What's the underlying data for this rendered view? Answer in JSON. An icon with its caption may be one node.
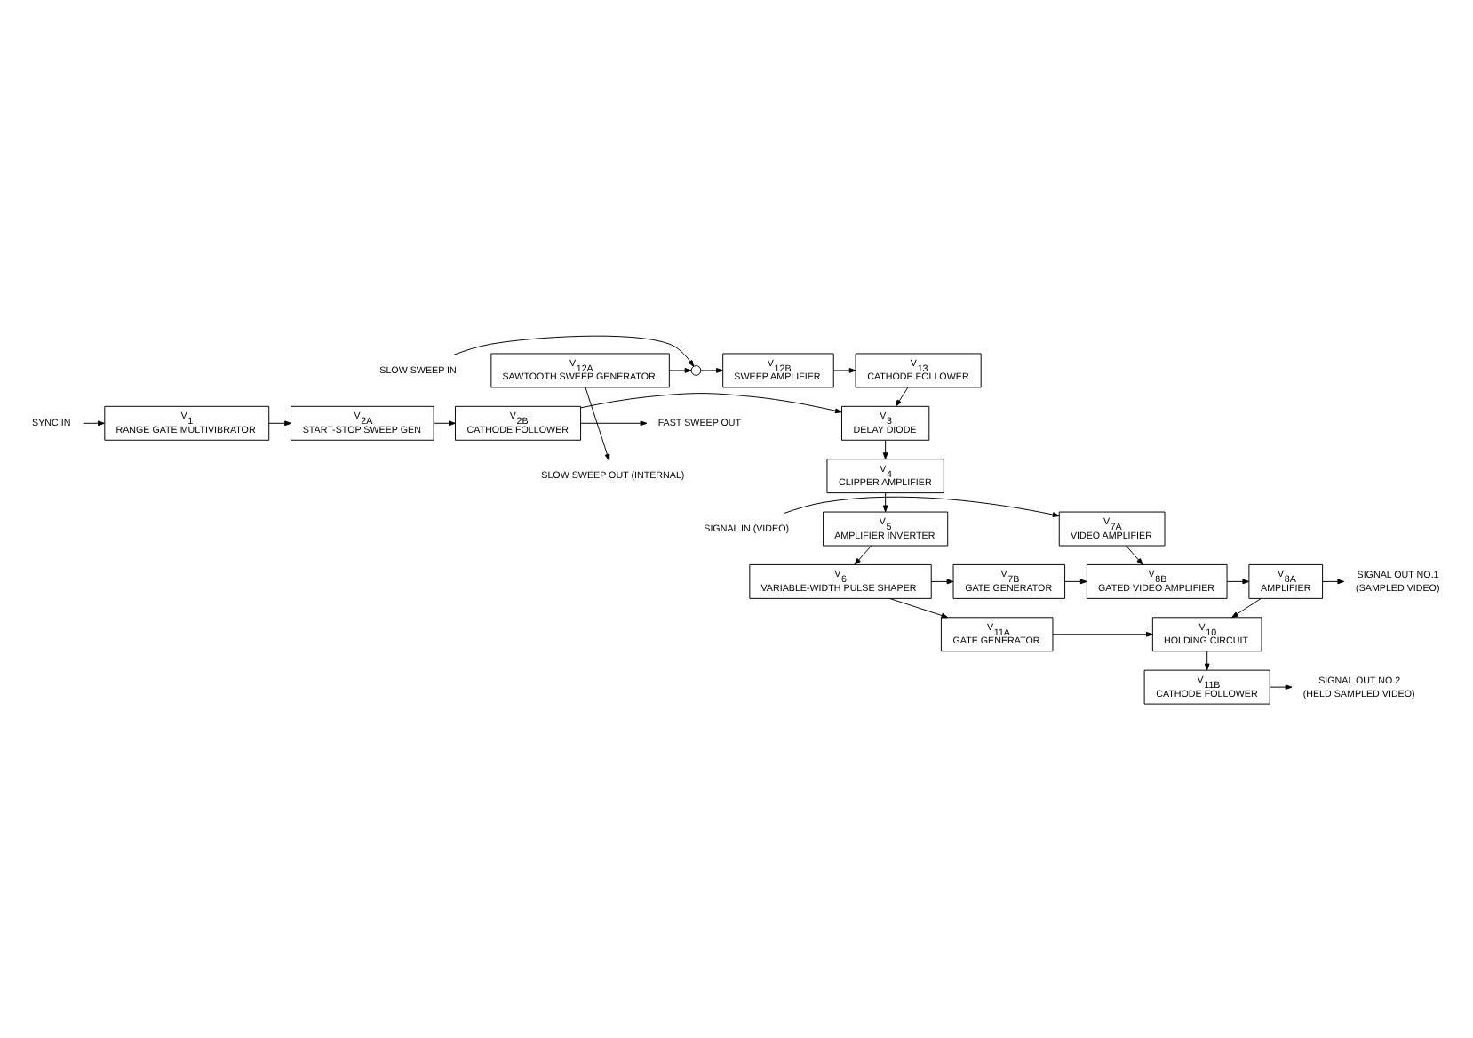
{
  "diagram": {
    "nodes": [
      {
        "text": [
          "SYNC IN"
        ]
      },
      {
        "text": [
          "V$_{1}$",
          "RANGE GATE MULTIVIBRATOR"
        ]
      },
      {
        "text": [
          "V$_{2A}$",
          "START-STOP SWEEP GEN"
        ]
      },
      {
        "text": [
          "V$_{2B}$",
          "CATHODE FOLLOWER"
        ]
      },
      {
        "text": [
          "FAST SWEEP OUT"
        ]
      },
      {
        "text": [
          "V$_{3}$",
          "DELAY DIODE"
        ]
      },
      {
        "text": [
          "SLOW SWEEP IN"
        ]
      },
      {
        "text": [
          "V$_{12A}$",
          "SAWTOOTH SWEEP GENERATOR"
        ]
      },
      {
        "text": [],
        "shape": "switch"
      },
      {
        "text": [
          "V$_{12B}$",
          "SWEEP AMPLIFIER"
        ]
      },
      {
        "text": [
          "V$_{13}$",
          "CATHODE FOLLOWER"
        ]
      },
      {
        "text": [
          "SLOW SWEEP OUT (INTERNAL)"
        ]
      },
      {
        "text": [
          "V$_{4}$",
          "CLIPPER AMPLIFIER"
        ]
      },
      {
        "text": [
          "V$_{5}$",
          "AMPLIFIER INVERTER"
        ]
      },
      {
        "text": [
          "SIGNAL OUT NO.1",
          "(SAMPLED VIDEO)"
        ]
      },
      {
        "text": [
          "V$_{8A}$",
          "AMPLIFIER"
        ]
      },
      {
        "text": [
          "V$_{8B}$",
          "GATED VIDEO AMPLIFIER"
        ]
      },
      {
        "text": [
          "V$_{7B}$",
          "GATE GENERATOR"
        ]
      },
      {
        "text": [
          "V$_{6}$",
          "VARIABLE-WIDTH PULSE SHAPER"
        ]
      },
      {
        "text": [
          "V$_{7A}$",
          "VIDEO AMPLIFIER"
        ]
      },
      {
        "text": [
          "SIGNAL IN (VIDEO)"
        ]
      },
      {
        "text": [
          "V$_{10}$",
          "HOLDING CIRCUIT"
        ]
      },
      {
        "text": [
          "V$_{11A}$",
          "GATE GENERATOR"
        ]
      },
      {
        "text": [
          "SIGNAL OUT NO.2",
          "(HELD SAMPLED VIDEO)"
        ]
      },
      {
        "text": [
          "V$_{11B}$",
          "CATHODE FOLLOWER"
        ]
      }
    ],
    "edges": [
      {
        "from": 0,
        "to": 1,
        "arrow": "to"
      },
      {
        "from": 1,
        "to": 2,
        "arrow": "to"
      },
      {
        "from": 2,
        "to": 3,
        "arrow": "to"
      },
      {
        "from": 3,
        "to": 5,
        "arrow": "to"
      },
      {
        "from": 3,
        "to": 4,
        "arrow": "to"
      },
      {
        "from": 10,
        "to": 5,
        "arrow": "to"
      },
      {
        "from": 7,
        "to": 8,
        "arrow": "to"
      },
      {
        "from": 6,
        "to": 8,
        "arrow": "to"
      },
      {
        "from": 8,
        "to": 9,
        "arrow": "to"
      },
      {
        "from": 7,
        "to": 11,
        "arrow": "to"
      },
      {
        "from": 9,
        "to": 10,
        "arrow": "to"
      },
      {
        "from": 5,
        "to": 12,
        "arrow": "to"
      },
      {
        "from": 12,
        "to": 13,
        "arrow": "to"
      },
      {
        "from": 13,
        "to": 18,
        "arrow": "to"
      },
      {
        "from": 18,
        "to": 17,
        "arrow": "to"
      },
      {
        "from": 18,
        "to": 22,
        "arrow": "to"
      },
      {
        "from": 17,
        "to": 16,
        "arrow": "to"
      },
      {
        "from": 19,
        "to": 16,
        "arrow": "to"
      },
      {
        "from": 20,
        "to": 19,
        "arrow": "to"
      },
      {
        "from": 16,
        "to": 15,
        "arrow": "to"
      },
      {
        "from": 15,
        "to": 14,
        "arrow": "to"
      },
      {
        "from": 15,
        "to": 21,
        "arrow": "to"
      },
      {
        "from": 22,
        "to": 21,
        "arrow": "to"
      },
      {
        "from": 21,
        "to": 24,
        "arrow": "to"
      },
      {
        "from": 24,
        "to": 23,
        "arrow": "to"
      }
    ]
  }
}
